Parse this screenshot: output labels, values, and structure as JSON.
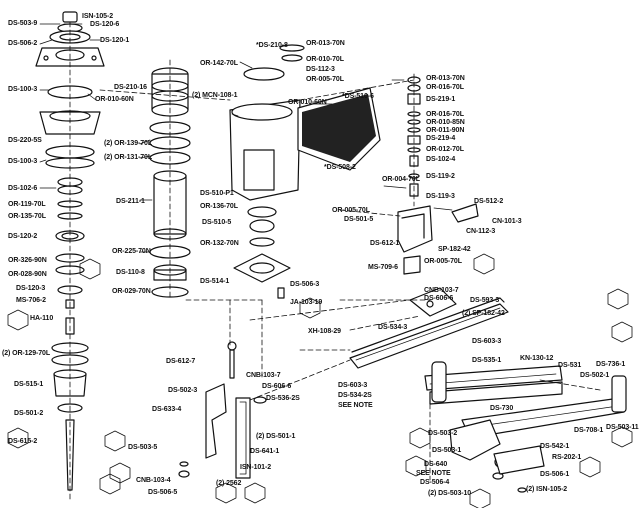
{
  "colors": {
    "ink": "#111111",
    "fill": "#ffffff",
    "shade": "#444444"
  },
  "callouts": [
    "DS-503-9",
    "ISN-105-2",
    "DS-120-6",
    "DS-506-2",
    "DS-120-1",
    "DS-100-3",
    "OR-010-60N",
    "DS-220-5S",
    "DS-100-3",
    "DS-102-6",
    "OR-119-70L",
    "OR-135-70L",
    "DS-120-2",
    "OR-326-90N",
    "OR-028-90N",
    "DS-120-3",
    "MS-706-2",
    "HA-110",
    "(2) OR-129-70L",
    "DS-515-1",
    "DS-501-2",
    "DS-615-2",
    "DS-210-16",
    "(2) OR-139-70L",
    "(2) OR-131-70L",
    "DS-211-1",
    "OR-225-70N",
    "DS-110-8",
    "OR-029-70N",
    "*DS-210-8",
    "OR-013-70N",
    "OR-010-70L",
    "DS-112-3",
    "OR-005-70L",
    "OR-142-70L",
    "(2) MCN-108-1",
    "OR-010-60N",
    "*DS-510-6",
    "*DS-508-2",
    "DS-510-P1",
    "OR-136-70L",
    "DS-510-5",
    "OR-132-70N",
    "DS-514-1",
    "DS-506-3",
    "JA-103-19",
    "OR-013-70N",
    "OR-016-70L",
    "DS-219-1",
    "OR-016-70L",
    "OR-010-85N",
    "OR-011-90N",
    "DS-219-4",
    "OR-012-70L",
    "DS-102-4",
    "DS-119-2",
    "OR-004-70L",
    "DS-119-3",
    "DS-512-2",
    "OR-005-70L",
    "DS-501-5",
    "CN-101-3",
    "CN-112-3",
    "DS-612-1",
    "SP-182-42",
    "OR-005-70L",
    "MS-709-6",
    "CNB-103-7",
    "DS-606-6",
    "DS-593-3",
    "(2) SP-182-42",
    "XH-108-29",
    "DS-534-3",
    "DS-603-3",
    "DS-612-7",
    "CNB-103-7",
    "DS-606-6",
    "DS-502-3",
    "DS-536-2S",
    "DS-633-4",
    "(2) DS-501-1",
    "DS-503-5",
    "DS-641-1",
    "ISN-101-2",
    "CNB-103-4",
    "DS-506-5",
    "(2) 2562",
    "DS-535-1",
    "KN-130-12",
    "DS-531",
    "DS-603-3",
    "DS-534-2S",
    "SEE NOTE",
    "DS-736-1",
    "DS-502-1",
    "DS-730",
    "DS-708-1",
    "DS-503-11",
    "DS-503-2",
    "DS-503-1",
    "DS-542-1",
    "RS-202-1",
    "DS-640",
    "SEE NOTE",
    "DS-506-4",
    "DS-506-1",
    "(2) DS-503-10",
    "(2) ISN-105-2"
  ]
}
